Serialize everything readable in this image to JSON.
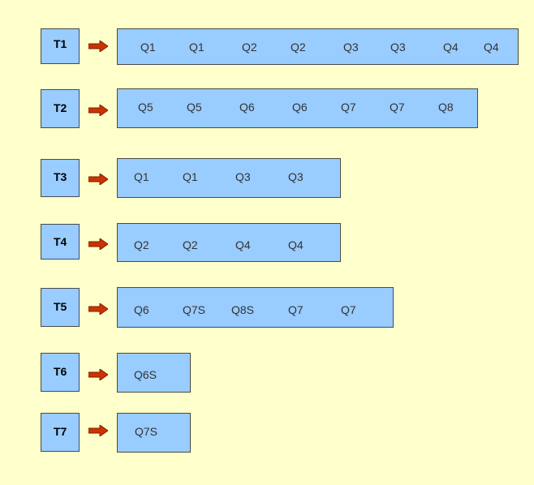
{
  "rows": [
    {
      "label": "T1",
      "items": [
        "Q1",
        "Q1",
        "Q2",
        "Q2",
        "Q3",
        "Q3",
        "Q4",
        "Q4"
      ]
    },
    {
      "label": "T2",
      "items": [
        "Q5",
        "Q5",
        "Q6",
        "Q6",
        "Q7",
        "Q7",
        "Q8"
      ]
    },
    {
      "label": "T3",
      "items": [
        "Q1",
        "Q1",
        "Q3",
        "Q3"
      ]
    },
    {
      "label": "T4",
      "items": [
        "Q2",
        "Q2",
        "Q4",
        "Q4"
      ]
    },
    {
      "label": "T5",
      "items": [
        "Q6",
        "Q7S",
        "Q8S",
        "Q7",
        "Q7"
      ]
    },
    {
      "label": "T6",
      "items": [
        "Q6S"
      ]
    },
    {
      "label": "T7",
      "items": [
        "Q7S"
      ]
    }
  ],
  "colors": {
    "background": "#ffffcc",
    "box_fill": "#99ccff",
    "box_border": "#4a4a4a",
    "arrow": "#cc3300"
  }
}
